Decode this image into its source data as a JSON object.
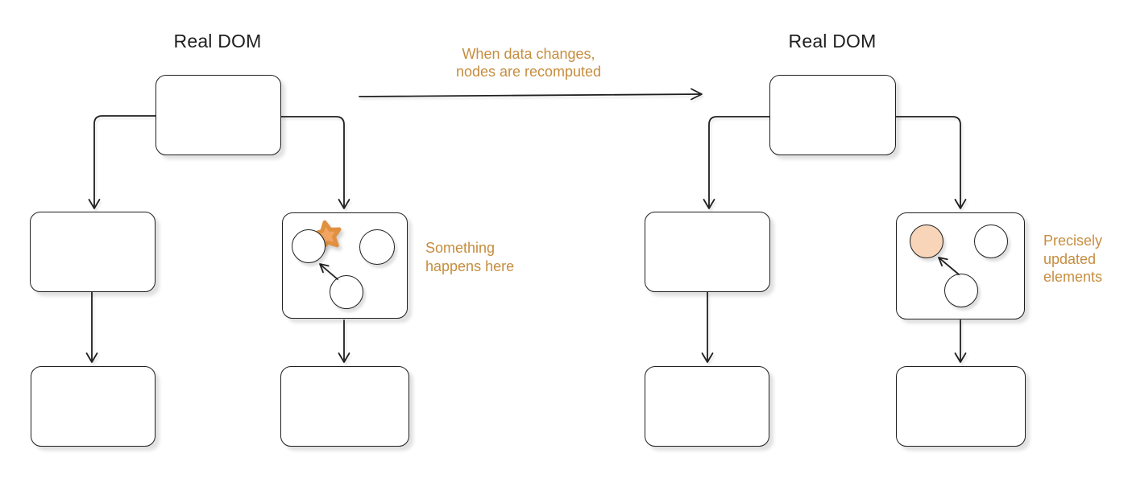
{
  "left_tree": {
    "title": "Real DOM",
    "annotation": "Something\nhappens here"
  },
  "right_tree": {
    "title": "Real DOM",
    "annotation": "Precisely\nupdated\nelements"
  },
  "transition": {
    "label": "When data changes,\nnodes are recomputed"
  },
  "icons": {
    "changed_marker": "star-icon",
    "arrow_style": "open-v-arrowhead"
  },
  "colors": {
    "stroke": "#1f1f1f",
    "annotation": "#c68d3e",
    "star_fill": "#f2a462",
    "star_stroke": "#e0903f",
    "updated_fill": "#f8d5b8",
    "canvas_bg": "#ffffff"
  }
}
